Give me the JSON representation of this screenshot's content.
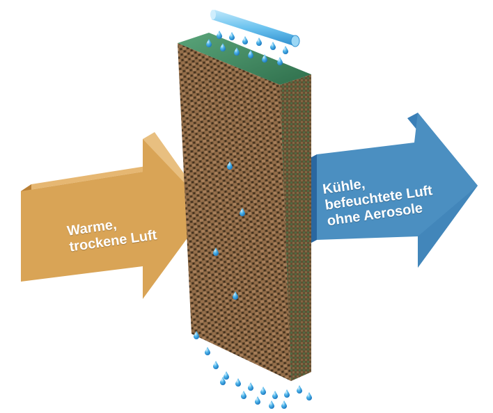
{
  "labels": {
    "input_air": {
      "line1": "Warme,",
      "line2": "trockene Luft"
    },
    "output_air": {
      "line1": "Kühle,",
      "line2": "befeuchtete Luft",
      "line3": "ohne Aerosole"
    }
  },
  "colors": {
    "warm_arrow_front": "#d9a456",
    "warm_arrow_side": "#b98036",
    "cool_arrow_front": "#4b8fc1",
    "cool_arrow_side": "#2a67a0",
    "pad_front": "#8a6a45",
    "pad_top": "#3f8a62",
    "water_drop": "#3fa6e0",
    "pipe": "#6cc3ef"
  }
}
